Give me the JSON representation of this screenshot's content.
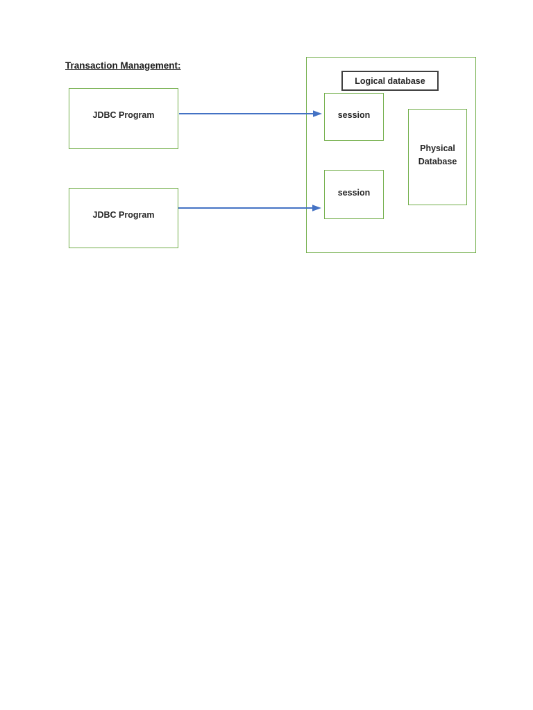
{
  "page": {
    "title": "Transaction Management:"
  },
  "colors": {
    "green_border": "#70AD47",
    "dark_border": "#3F3F3F",
    "arrow_blue": "#4472C4",
    "label_text": "#262626",
    "page_background": "#FFFFFF"
  },
  "diagram": {
    "nodes": {
      "jdbc_program_1": {
        "label": "JDBC Program"
      },
      "jdbc_program_2": {
        "label": "JDBC Program"
      },
      "logical_database": {
        "label": "Logical database"
      },
      "session_1": {
        "label": "session"
      },
      "session_2": {
        "label": "session"
      },
      "physical_database": {
        "label": "Physical Database"
      }
    },
    "edges": [
      {
        "from": "jdbc_program_1",
        "to": "session_1"
      },
      {
        "from": "jdbc_program_2",
        "to": "session_2"
      }
    ]
  }
}
